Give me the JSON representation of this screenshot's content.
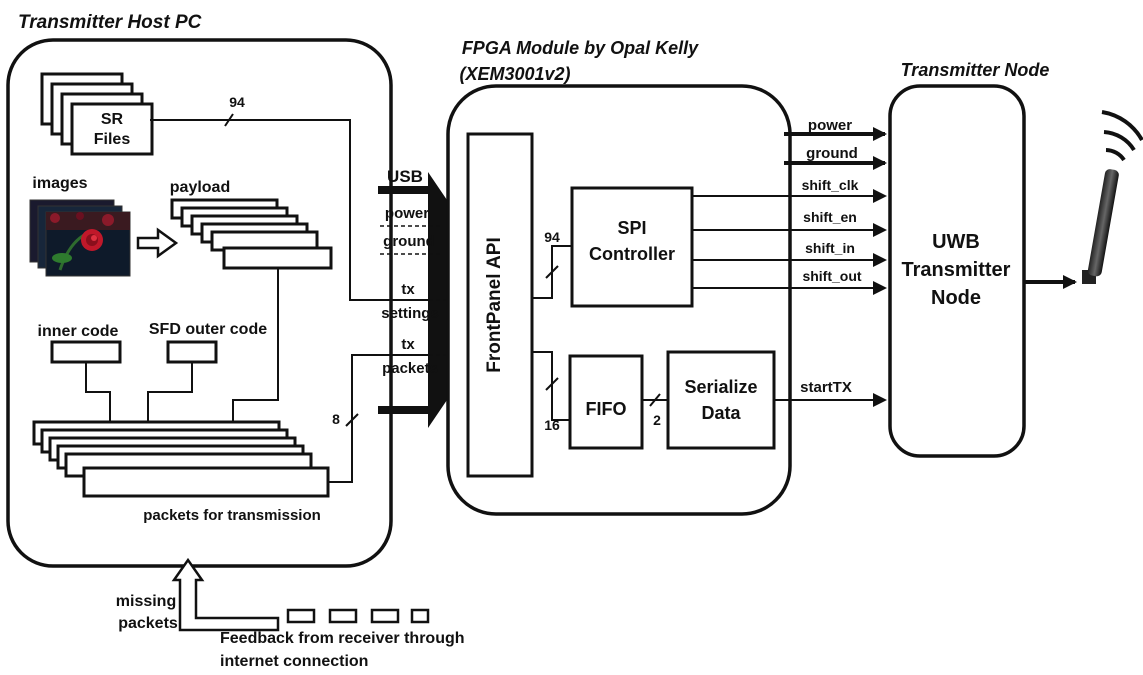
{
  "host": {
    "title": "Transmitter Host PC",
    "sr_files_line1": "SR",
    "sr_files_line2": "Files",
    "bus94": "94",
    "images": "images",
    "payload": "payload",
    "inner_code": "inner code",
    "sfd_outer_code": "SFD outer code",
    "bus8": "8",
    "packets_label": "packets for transmission"
  },
  "usb": {
    "label": "USB",
    "power": "power",
    "ground": "ground",
    "tx1": "tx",
    "settings": "settings",
    "tx2": "tx",
    "packets": "packets"
  },
  "fpga": {
    "title_line1": "FPGA Module by Opal Kelly",
    "title_line2": "(XEM3001v2)",
    "frontpanel": "FrontPanel API",
    "spi_line1": "SPI",
    "spi_line2": "Controller",
    "bus94": "94",
    "bus16": "16",
    "fifo": "FIFO",
    "bus2": "2",
    "serialize_line1": "Serialize",
    "serialize_line2": "Data"
  },
  "signals": [
    "power",
    "ground",
    "shift_clk",
    "shift_en",
    "shift_in",
    "shift_out",
    "startTX"
  ],
  "node": {
    "title": "Transmitter Node",
    "line1": "UWB",
    "line2": "Transmitter",
    "line3": "Node"
  },
  "feedback": {
    "missing1": "missing",
    "missing2": "packets",
    "line1": "Feedback from receiver through",
    "line2": "internet connection"
  }
}
